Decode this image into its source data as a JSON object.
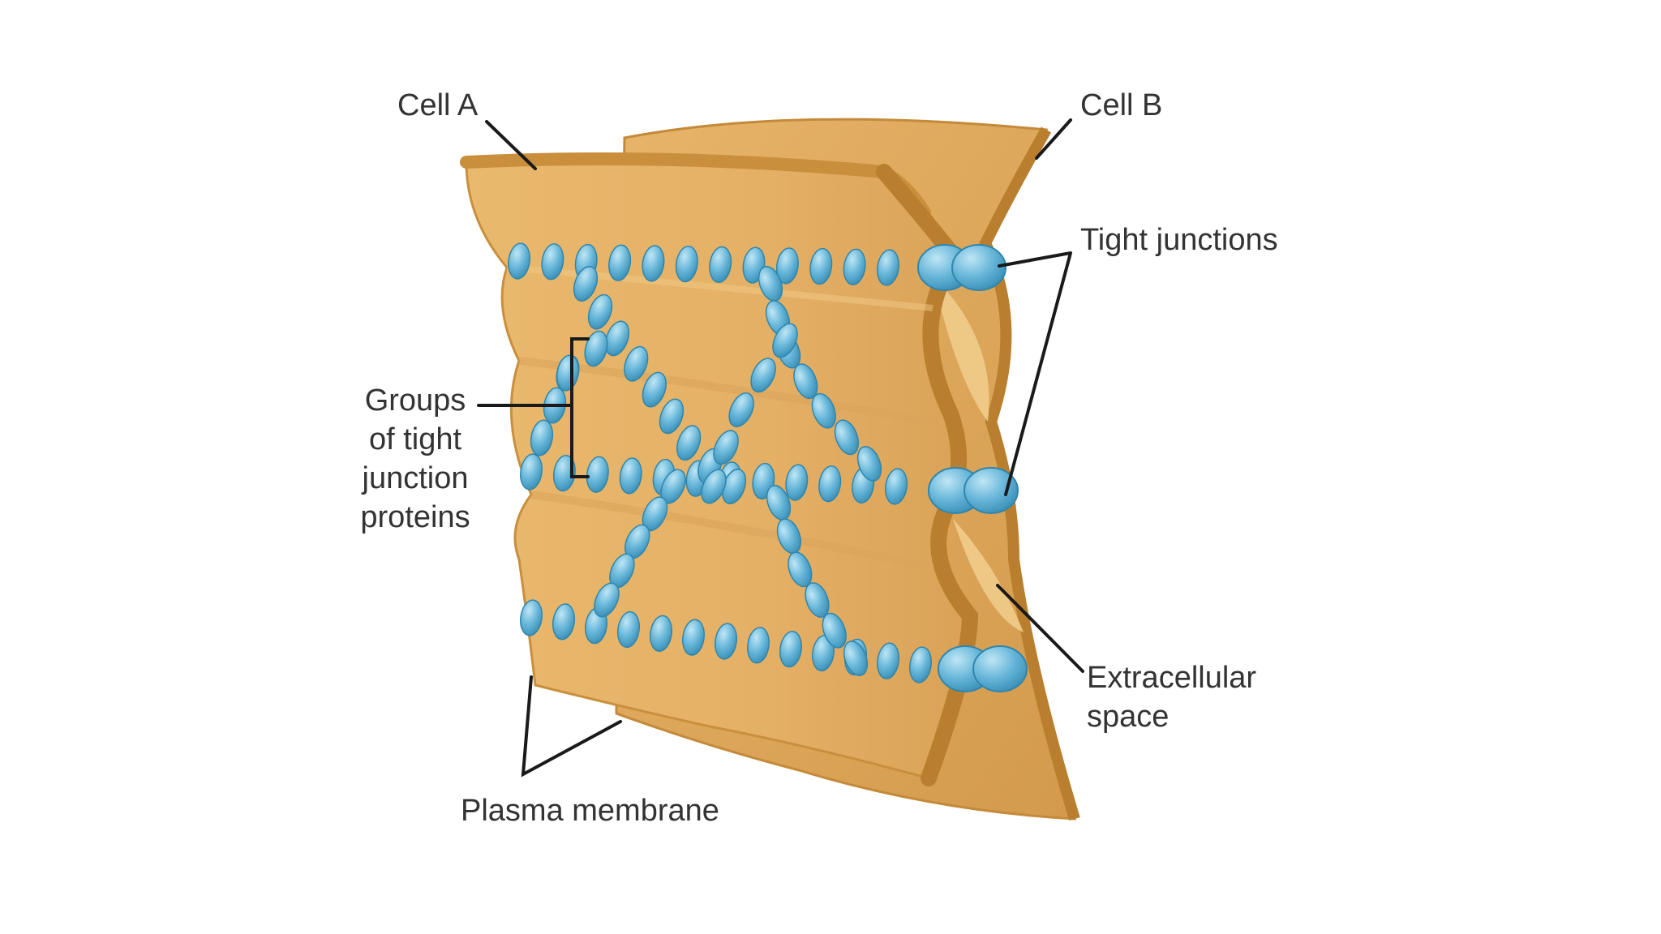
{
  "labels": {
    "cell_a": "Cell A",
    "cell_b": "Cell B",
    "tight_junctions": "Tight junctions",
    "groups_line1": "Groups",
    "groups_line2": "of tight",
    "groups_line3": "junction",
    "groups_line4": "proteins",
    "extracellular_line1": "Extracellular",
    "extracellular_line2": "space",
    "plasma_membrane": "Plasma membrane"
  },
  "colors": {
    "membrane_face": "#e7b46a",
    "membrane_light": "#f0c782",
    "membrane_edge": "#c98f3d",
    "membrane_dark": "#b97f2f",
    "protein_fill": "#63b3d6",
    "protein_stroke": "#2f86ad",
    "text": "#333333"
  }
}
